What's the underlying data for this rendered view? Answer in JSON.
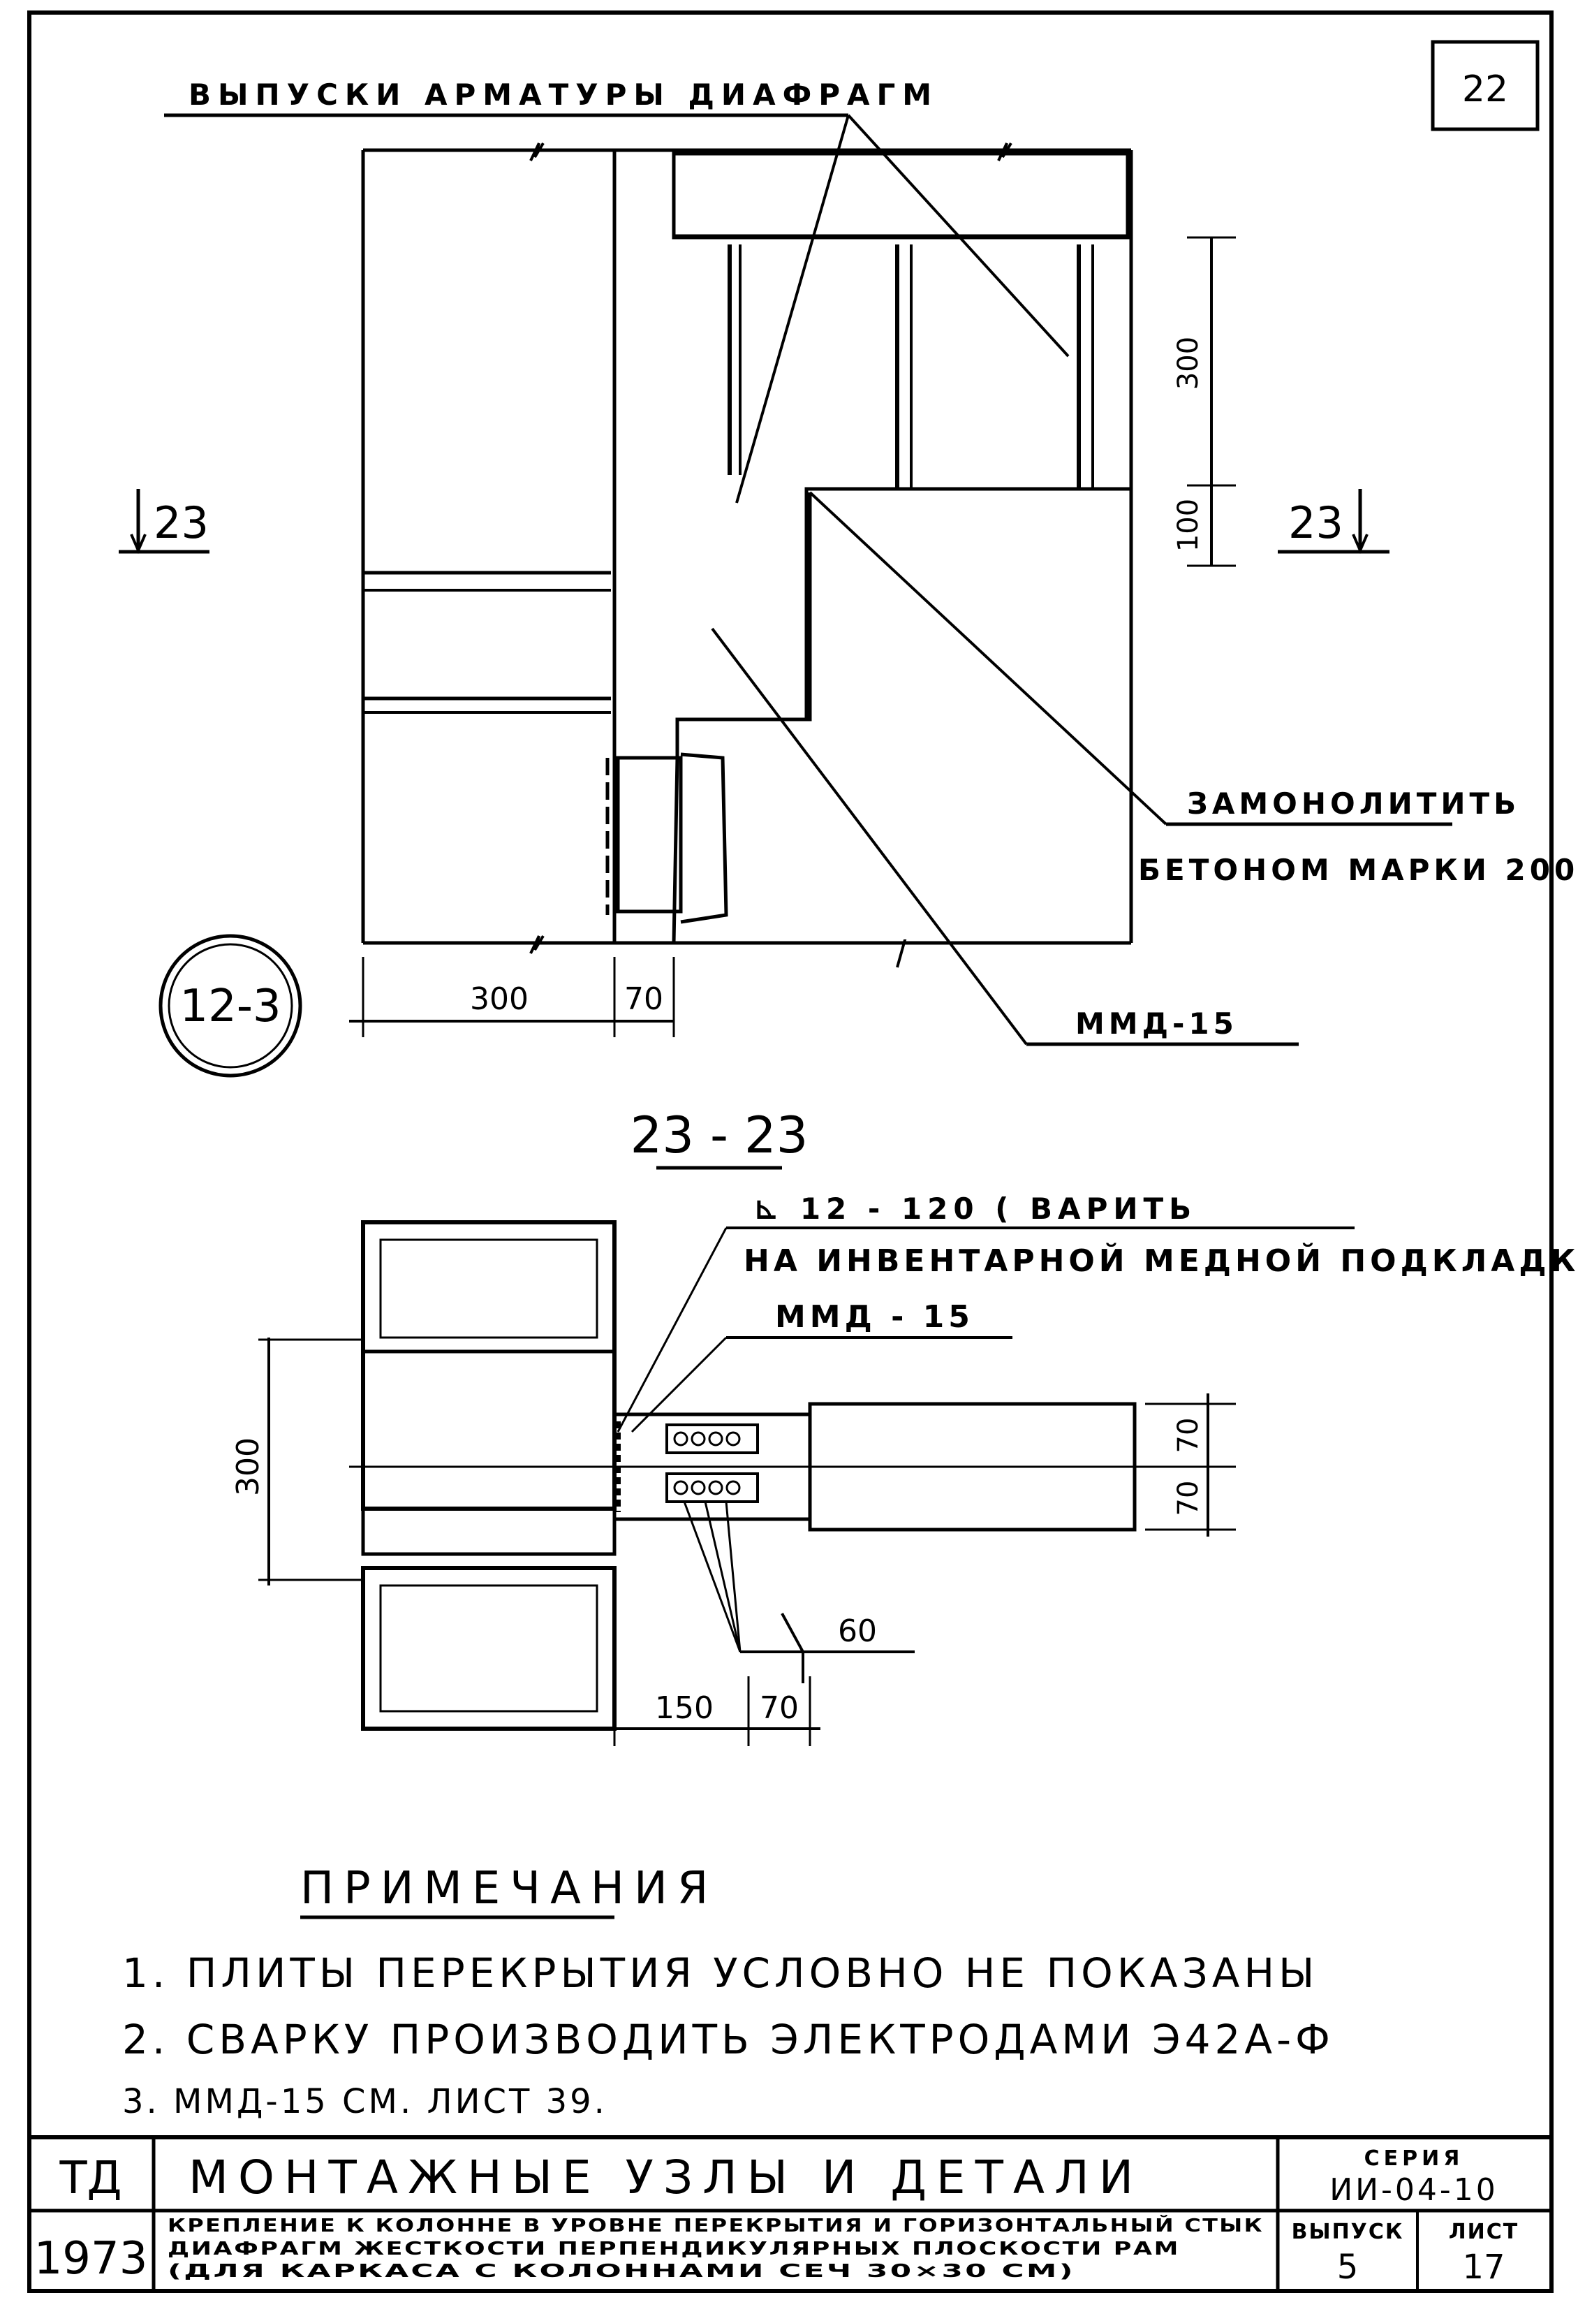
{
  "sheet_number": "22",
  "upper_view": {
    "callout_rebar": "ВЫПУСКИ АРМАТУРЫ ДИАФРАГМ",
    "section_mark_left": "23",
    "section_mark_right": "23",
    "dim_300_vertical": "300",
    "dim_100_vertical": "100",
    "callout_concrete_line1": "ЗАМОНОЛИТИТЬ",
    "callout_concrete_line2": "БЕТОНОМ МАРКИ 200",
    "callout_mmd": "ММД-15",
    "dim_bottom_300": "300",
    "dim_bottom_70": "70",
    "node_label": "12-3"
  },
  "section": {
    "title": "23 - 23",
    "weld_line1": "⊾ 12 - 120  ( ВАРИТЬ",
    "weld_line2": "НА ИНВЕНТАРНОЙ МЕДНОЙ ПОДКЛАДКЕ)",
    "callout_mmd": "ММД - 15",
    "dim_300_vertical": "300",
    "dim_70_upper": "70",
    "dim_70_lower": "70",
    "weld_60": "60",
    "dim_150": "150",
    "dim_70_bottom": "70"
  },
  "notes": {
    "heading": "ПРИМЕЧАНИЯ",
    "items": [
      "1. ПЛИТЫ ПЕРЕКРЫТИЯ УСЛОВНО НЕ ПОКАЗАНЫ",
      "2. СВАРКУ ПРОИЗВОДИТЬ ЭЛЕКТРОДАМИ Э42А-Ф",
      "3. ММД-15 СМ. ЛИСТ 39."
    ]
  },
  "title_block": {
    "org": "ТД",
    "year": "1973",
    "main_title": "МОНТАЖНЫЕ УЗЛЫ И ДЕТАЛИ",
    "series_label": "СЕРИЯ",
    "series_value": "ИИ-04-10",
    "description_line1": "КРЕПЛЕНИЕ К КОЛОННЕ В УРОВНЕ ПЕРЕКРЫТИЯ И ГОРИЗОНТАЛЬНЫЙ СТЫК",
    "description_line2": "ДИАФРАГМ ЖЕСТКОСТИ ПЕРПЕНДИКУЛЯРНЫХ ПЛОСКОСТИ РАМ",
    "description_line3": "(ДЛЯ КАРКАСА С КОЛОННАМИ СЕЧ 30×30 СМ)",
    "issue_label": "ВЫПУСК",
    "issue_value": "5",
    "sheet_label": "ЛИСТ",
    "sheet_value": "17"
  }
}
